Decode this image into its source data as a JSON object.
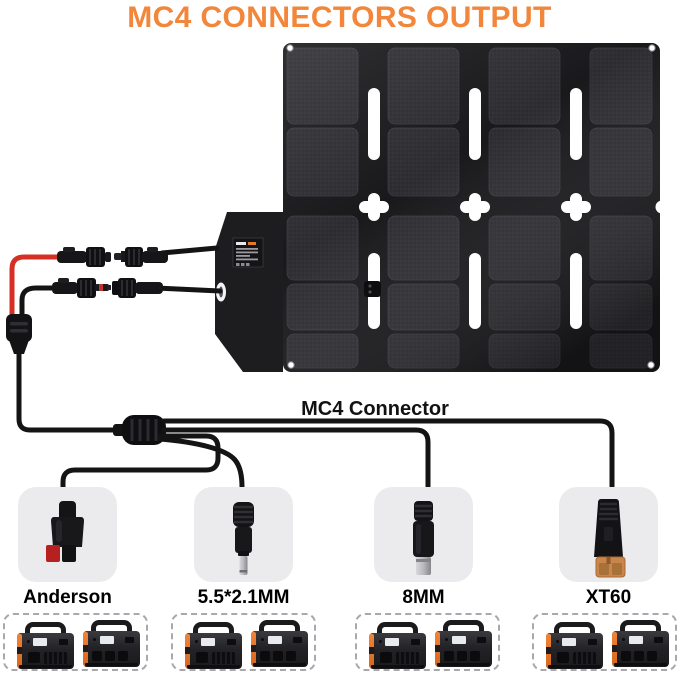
{
  "title": "MC4 CONNECTORS OUTPUT",
  "cable_label": "MC4 Connector",
  "connectors": [
    {
      "label": "Anderson"
    },
    {
      "label": "5.5*2.1MM"
    },
    {
      "label": "8MM"
    },
    {
      "label": "XT60"
    }
  ],
  "panel": {
    "type": "foldable-solar-panel",
    "sections": 8
  },
  "colors": {
    "title_orange": "#F2863B",
    "wire_red": "#D63024",
    "cable_black": "#141414",
    "box_gray": "#EBEBED",
    "xt60_amber": "#C9854A",
    "power_station_orange": "#E8762A"
  }
}
